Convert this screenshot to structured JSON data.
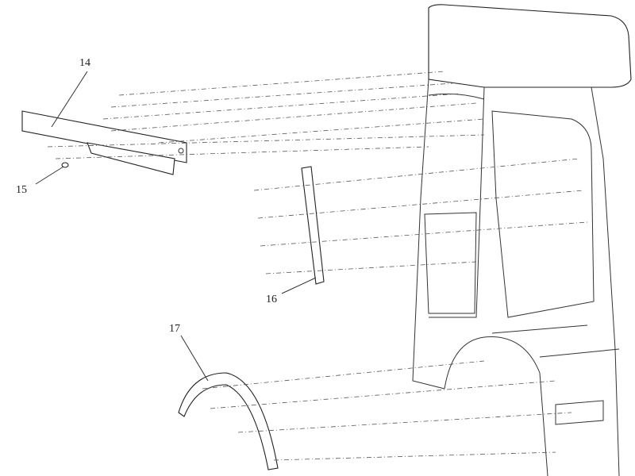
{
  "figure": {
    "labels": {
      "part_14": "14",
      "part_15": "15",
      "part_16": "16",
      "part_17": "17"
    }
  }
}
